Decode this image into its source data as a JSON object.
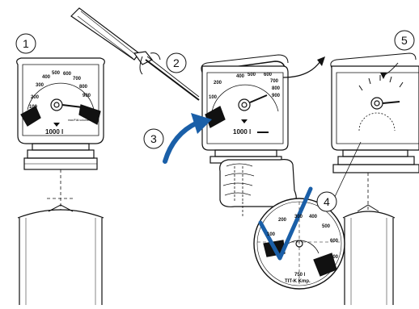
{
  "steps": [
    "1",
    "2",
    "3",
    "4",
    "5"
  ],
  "gauge1": {
    "scale": [
      "100",
      "200",
      "300",
      "400",
      "500",
      "600",
      "700",
      "800",
      "900"
    ],
    "capacity": "1000 l",
    "small_print": "max/Füll-volumen"
  },
  "gauge2": {
    "scale": [
      "400",
      "500",
      "600",
      "700",
      "800",
      "900",
      "200",
      "100"
    ],
    "capacity": "1000 l"
  },
  "dial": {
    "scale": [
      "100",
      "200",
      "300",
      "400",
      "500",
      "600",
      "700"
    ],
    "capacity": "750 l",
    "model": "TIT-K Kmp."
  },
  "colors": {
    "arrow": "#1a5fa8",
    "line": "#111111",
    "fill_dark": "#111111"
  }
}
